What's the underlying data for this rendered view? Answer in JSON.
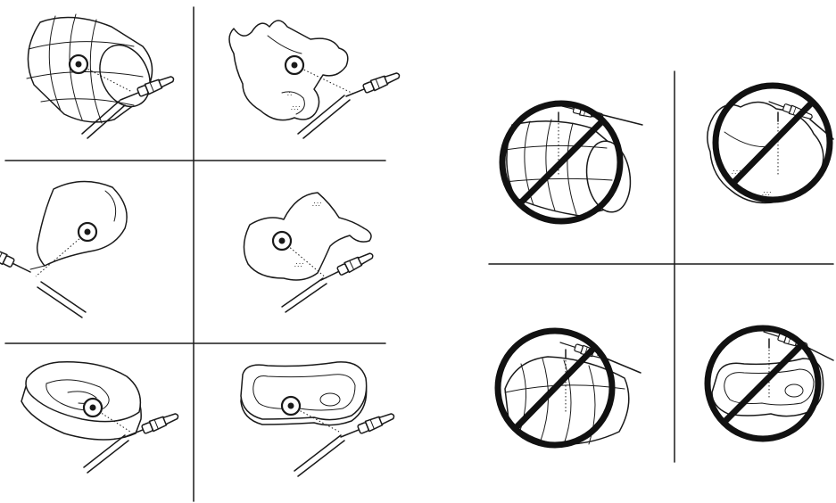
{
  "figure": {
    "layout": "two instruction diagrams of a meat thermometer probe: correct placements (left 2x3 grid) and incorrect placements crossed out (right 2x2 grid)",
    "colors": {
      "line": "#1a1a1a",
      "background": "#ffffff"
    },
    "correct_panels": [
      {
        "subject": "rolled roast",
        "icon": "roast-icon"
      },
      {
        "subject": "whole poultry",
        "icon": "poultry-icon"
      },
      {
        "subject": "ham / leg",
        "icon": "ham-icon"
      },
      {
        "subject": "poultry leg quarter",
        "icon": "leg-quarter-icon"
      },
      {
        "subject": "thick steak",
        "icon": "thick-steak-icon"
      },
      {
        "subject": "thin steak",
        "icon": "thin-steak-icon"
      }
    ],
    "incorrect_panels": [
      {
        "subject": "rolled roast, probe from top",
        "icon": "prohibited-icon"
      },
      {
        "subject": "poultry, probe from top",
        "icon": "prohibited-icon"
      },
      {
        "subject": "roast, probe from top",
        "icon": "prohibited-icon"
      },
      {
        "subject": "steak, probe from top",
        "icon": "prohibited-icon"
      }
    ]
  }
}
